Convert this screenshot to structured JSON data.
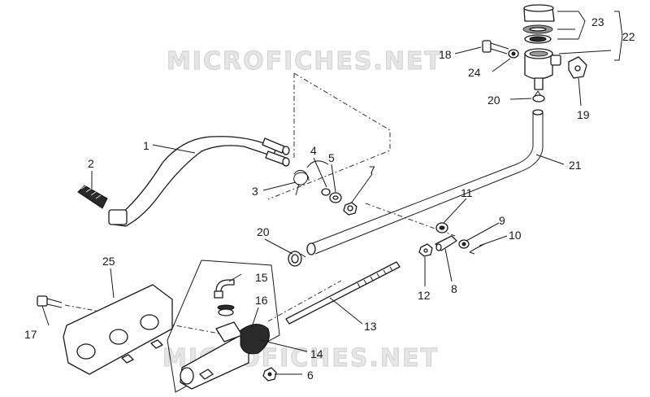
{
  "watermark": "MICROFICHES.NET",
  "labels": {
    "l1": "1",
    "l2": "2",
    "l3": "3",
    "l4": "4",
    "l5": "5",
    "l6": "6",
    "l7": "7",
    "l8": "8",
    "l9": "9",
    "l10": "10",
    "l11": "11",
    "l12": "12",
    "l13": "13",
    "l14": "14",
    "l15": "15",
    "l16": "16",
    "l17": "17",
    "l18": "18",
    "l19": "19",
    "l20a": "20",
    "l20b": "20",
    "l21": "21",
    "l22": "22",
    "l23": "23",
    "l24": "24",
    "l25": "25"
  }
}
